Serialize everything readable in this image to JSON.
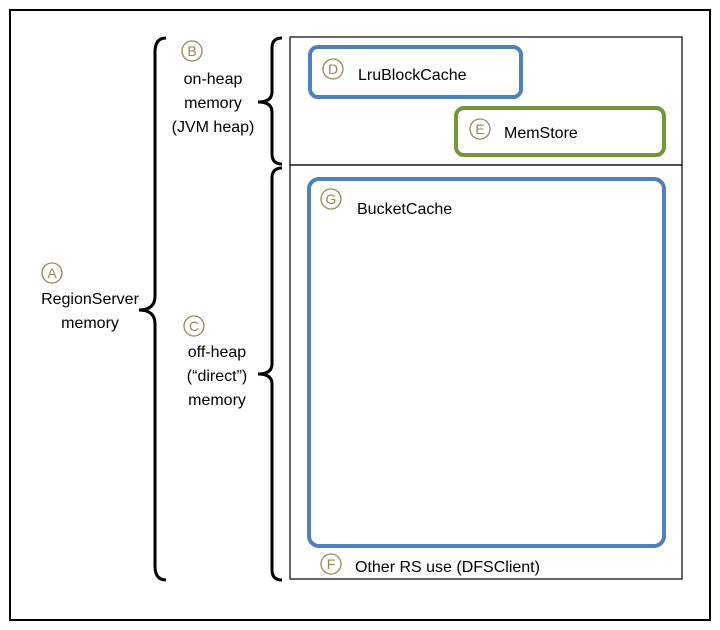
{
  "colors": {
    "blue": "#4f81bd",
    "green": "#77933c",
    "badge": "#938953",
    "black": "#000000"
  },
  "labels": {
    "regionserver": {
      "badge": "A",
      "lines": [
        "RegionServer",
        "memory"
      ]
    },
    "onheap": {
      "badge": "B",
      "lines": [
        "on-heap",
        "memory",
        "(JVM heap)"
      ]
    },
    "offheap": {
      "badge": "C",
      "lines": [
        "off-heap",
        "(“direct”)",
        "memory"
      ]
    }
  },
  "boxes": {
    "lrublockcache": {
      "badge": "D",
      "label": "LruBlockCache"
    },
    "memstore": {
      "badge": "E",
      "label": "MemStore"
    },
    "bucketcache": {
      "badge": "G",
      "label": "BucketCache"
    },
    "other": {
      "badge": "F",
      "label": "Other RS use (DFSClient)"
    }
  }
}
